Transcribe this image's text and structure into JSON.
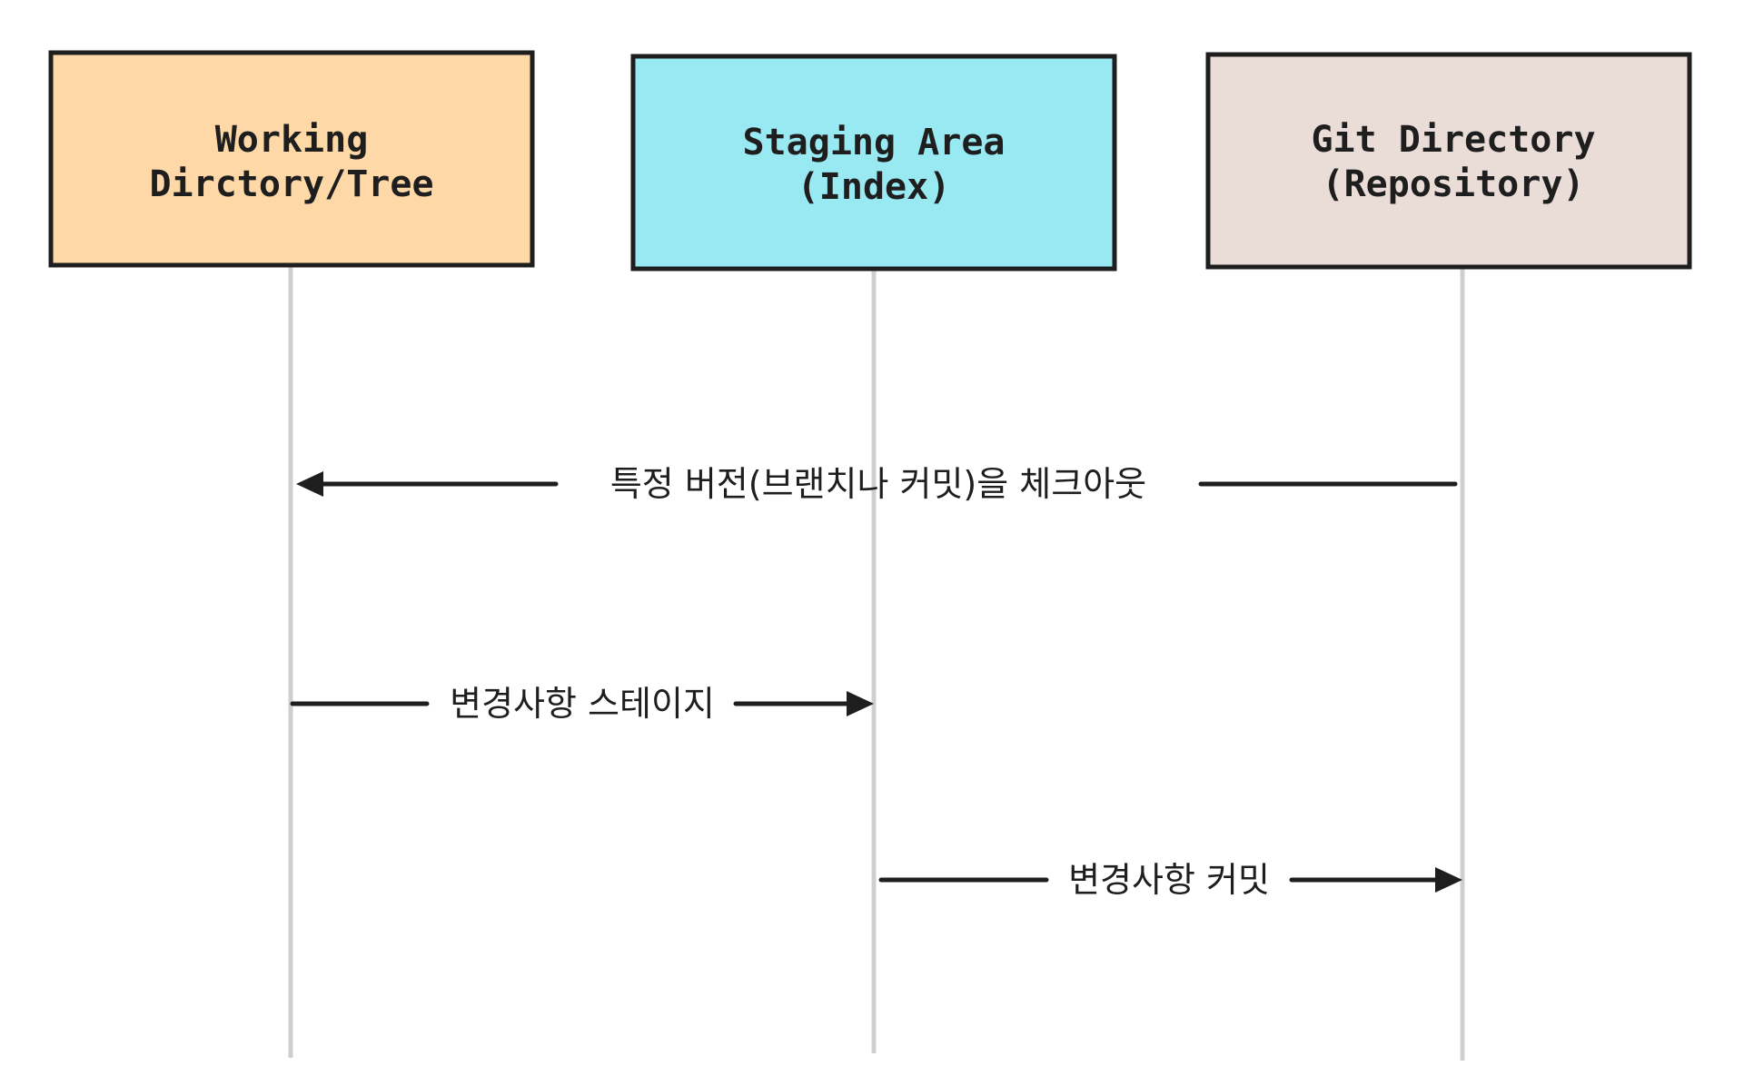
{
  "participants": [
    {
      "id": "working",
      "lines": [
        "Working",
        "Dirctory/Tree"
      ],
      "color": "#ffd8a8"
    },
    {
      "id": "staging",
      "lines": [
        "Staging Area",
        "(Index)"
      ],
      "color": "#99e9f2"
    },
    {
      "id": "git",
      "lines": [
        "Git Directory",
        "(Repository)"
      ],
      "color": "#eaddd7"
    }
  ],
  "messages": [
    {
      "id": "checkout",
      "from": "git",
      "to": "working",
      "label": "특정 버전(브랜치나 커밋)을 체크아웃"
    },
    {
      "id": "stage",
      "from": "working",
      "to": "staging",
      "label": "변경사항 스테이지"
    },
    {
      "id": "commit",
      "from": "staging",
      "to": "git",
      "label": "변경사항 커밋"
    }
  ]
}
